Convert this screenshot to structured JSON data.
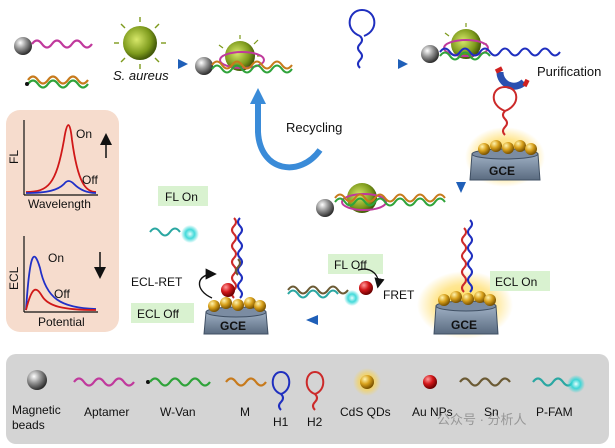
{
  "flow": {
    "bacteria": "S. aureus",
    "purification": "Purification",
    "recycling": "Recycling"
  },
  "electrodes": {
    "gce": "GCE"
  },
  "fl_panel": {
    "ylabel": "FL",
    "xlabel": "Wavelength",
    "on": "On",
    "off": "Off"
  },
  "ecl_panel": {
    "ylabel": "ECL",
    "xlabel": "Potential",
    "on": "On",
    "off": "Off"
  },
  "states": {
    "fl_on": "FL On",
    "fl_off": "FL Off",
    "ecl_ret": "ECL-RET",
    "ecl_off": "ECL Off",
    "ecl_on": "ECL On",
    "fret": "FRET"
  },
  "legend": {
    "magnetic_beads": "Magnetic beads",
    "aptamer": "Aptamer",
    "w_van": "W-Van",
    "m": "M",
    "h1": "H1",
    "h2": "H2",
    "cds_qds": "CdS QDs",
    "au_nps": "Au NPs",
    "sn": "Sn",
    "p_fam": "P-FAM"
  },
  "watermark": "公众号 · 分析人",
  "colors": {
    "aptamer": "#c0399c",
    "wvan": "#2fa33a",
    "m": "#c77a1c",
    "h1": "#1f2fbf",
    "h2": "#cc2a2a",
    "sn": "#6b5a34",
    "pfam": "#2aa7a2",
    "panel_bg": "#f6dccd",
    "label_bg": "#d9f2d0",
    "legend_bg": "#d4d4d4",
    "arrow": "#2d74c8"
  }
}
